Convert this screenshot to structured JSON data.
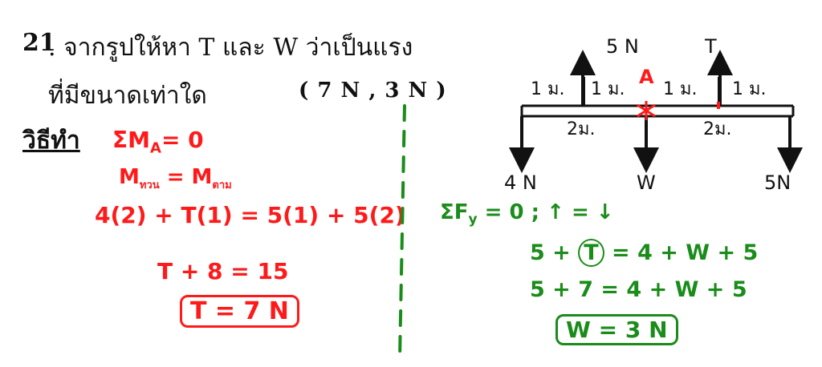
{
  "question": {
    "number": "21",
    "line1": ". จากรูปให้หา T และ W ว่าเป็นแรง",
    "line2": "ที่มีขนาดเท่าใด",
    "answer": "( 7 N , 3 N )"
  },
  "solution_label": "วิธีทำ",
  "red_work": {
    "eq1": "ΣM",
    "eq1_sub": "A",
    "eq1_tail": "= 0",
    "eq2": "M",
    "eq2_sub1": "ทวน",
    "eq2_mid": " = M",
    "eq2_sub2": "ตาม",
    "eq3": "4(2) + T(1)  = 5(1) + 5(2)",
    "eq4": "T + 8 =  15",
    "result": "T = 7 N"
  },
  "green_work": {
    "eq1": "ΣF",
    "eq1_sub": "y",
    "eq1_tail": " = 0 ;  ↑ = ↓",
    "eq2_pre": "5 + ",
    "eq2_t": "T",
    "eq2_post": " = 4 + W + 5",
    "eq3": "5 + 7  =  4 + W + 5",
    "result": "W = 3 N"
  },
  "diagram": {
    "label_5n_top": "5 N",
    "label_t_top": "T",
    "label_a": "A",
    "seg_labels": [
      "1 ม.",
      "1 ม.",
      "1 ม.",
      "1 ม."
    ],
    "under_labels": [
      "2ม.",
      "2ม."
    ],
    "label_4n": "4 N",
    "label_w": "W",
    "label_5n_right": "5N"
  },
  "colors": {
    "red": "#ff1a1a",
    "green": "#1a8c1a",
    "black": "#111111"
  }
}
